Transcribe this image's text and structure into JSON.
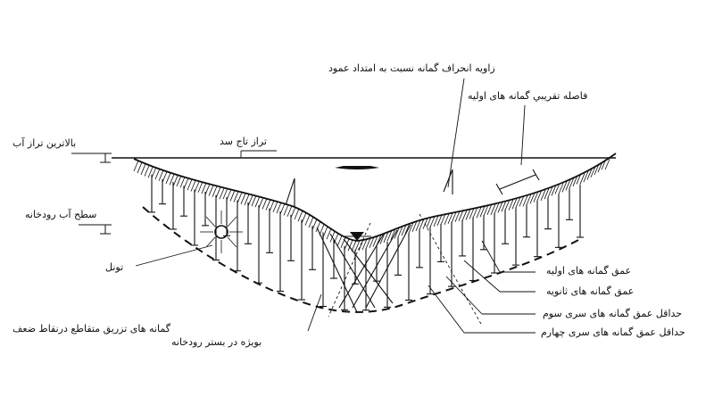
{
  "labels": {
    "max_deviation_angle": "زاويه انحراف گمانه نسبت به امتداد عمود",
    "approx_spacing_primary": "فاصله تقريبي گمانه هاى اوليه",
    "highest_water_level": "بالاترين تراز آب",
    "dam_crest_level": "تراز تاج سد",
    "river_water_level": "سطح آب رودخانه",
    "tunnel": "تونل",
    "intersecting_grout_holes_line1": "گمانه هاى تزريق متقاطع درنقاط ضعف",
    "intersecting_grout_holes_line2": "بويژه در بستر رودخانه",
    "primary_hole_depth": "عمق گمانه هاى اوليه",
    "secondary_hole_depth": "عمق گمانه هاى ثانويه",
    "min_depth_third_series": "حداقل عمق گمانه هاى سرى سوم",
    "min_depth_fourth_series": "حداقل عمق گمانه هاى سرى چهارم"
  },
  "colors": {
    "ink": "#111111",
    "background": "#ffffff"
  },
  "icons": [
    "angle-marker-icon",
    "spacing-dimension-icon",
    "water-level-marker-icon",
    "tunnel-icon"
  ]
}
